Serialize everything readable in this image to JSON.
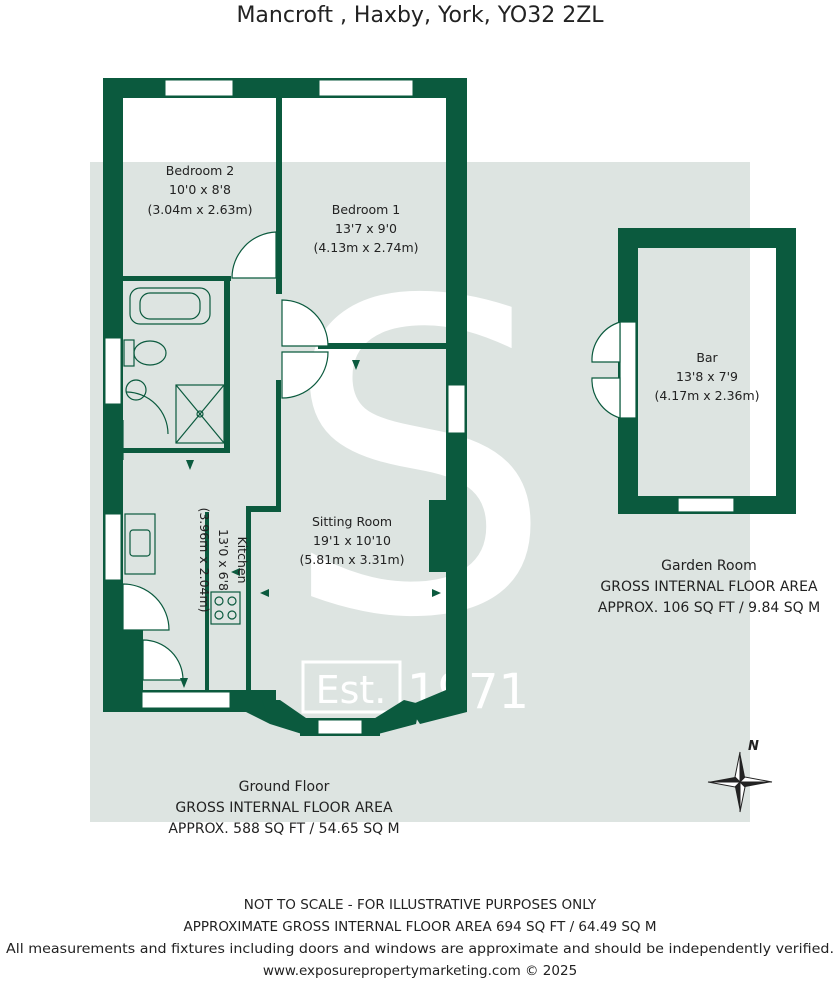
{
  "title": "Mancroft , Haxby, York, YO32 2ZL",
  "colors": {
    "wall": "#0b5a3e",
    "background_panel": "#dde4e1",
    "watermark": "#ffffff",
    "text": "#222222"
  },
  "watermark": {
    "letter": "S",
    "est": "Est.",
    "year": "1971"
  },
  "rooms": {
    "bedroom2": {
      "name": "Bedroom 2",
      "imperial": "10'0 x 8'8",
      "metric": "(3.04m x 2.63m)"
    },
    "bedroom1": {
      "name": "Bedroom 1",
      "imperial": "13'7 x 9'0",
      "metric": "(4.13m x 2.74m)"
    },
    "sitting": {
      "name": "Sitting Room",
      "imperial": "19'1 x 10'10",
      "metric": "(5.81m x 3.31m)"
    },
    "kitchen": {
      "name": "Kitchen",
      "imperial": "13'0 x 6'8",
      "metric": "(3.96m x 2.04m)"
    },
    "bar": {
      "name": "Bar",
      "imperial": "13'8 x 7'9",
      "metric": "(4.17m x 2.36m)"
    }
  },
  "ground_floor": {
    "label": "Ground Floor",
    "area_title": "GROSS INTERNAL FLOOR AREA",
    "area": "APPROX. 588 SQ FT / 54.65 SQ M"
  },
  "garden_room": {
    "label": "Garden Room",
    "area_title": "GROSS INTERNAL FLOOR AREA",
    "area": "APPROX. 106 SQ FT / 9.84 SQ M"
  },
  "compass": {
    "north": "N",
    "icon": "compass-rose-icon"
  },
  "footer": {
    "line1": "NOT TO SCALE - FOR ILLUSTRATIVE PURPOSES ONLY",
    "line2": "APPROXIMATE GROSS INTERNAL FLOOR AREA 694 SQ FT / 64.49 SQ M",
    "line3": "All measurements and fixtures including doors and windows are approximate and should be independently verified.",
    "line4": "www.exposurepropertymarketing.com © 2025"
  }
}
